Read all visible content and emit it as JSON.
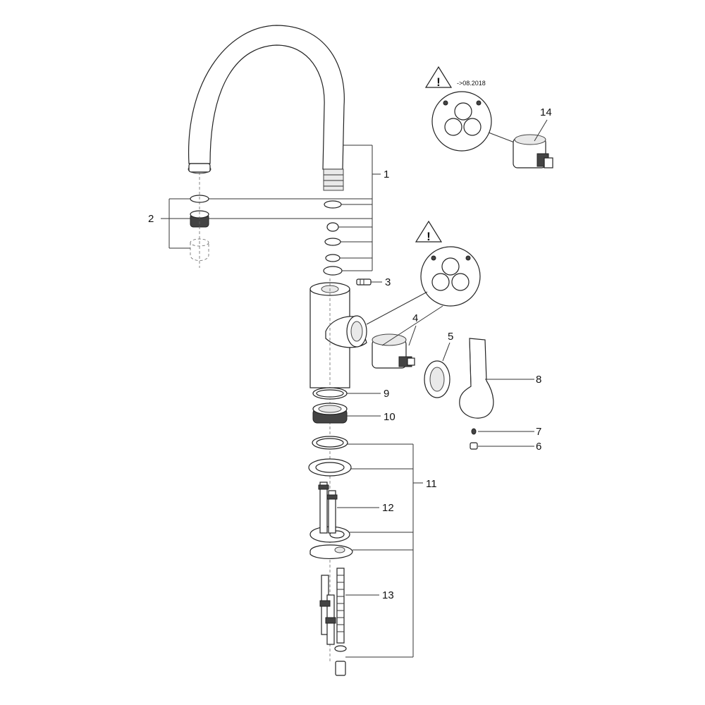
{
  "callouts": {
    "c1": "1",
    "c2": "2",
    "c3": "3",
    "c4": "4",
    "c5": "5",
    "c6": "6",
    "c7": "7",
    "c8": "8",
    "c9": "9",
    "c10": "10",
    "c11": "11",
    "c12": "12",
    "c13": "13",
    "c14": "14"
  },
  "warnings": {
    "note_top": "->08.2018",
    "symbol": "!"
  },
  "icons": {
    "warning": "warning-triangle-icon"
  }
}
